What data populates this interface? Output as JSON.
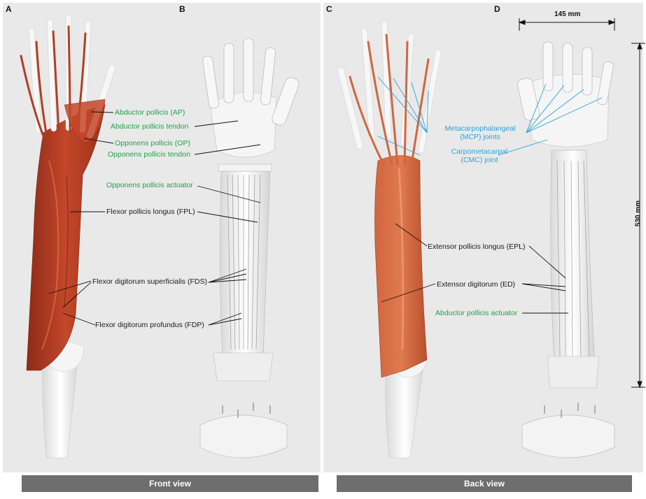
{
  "panels": {
    "a": "A",
    "b": "B",
    "c": "C",
    "d": "D"
  },
  "front_labels": {
    "ap": "Abductor pollicis (AP)",
    "ap_tendon": "Abductor pollicis tendon",
    "op": "Opponens pollicis (OP)",
    "op_tendon": "Opponens pollicis tendon",
    "op_actuator": "Opponens pollicis actuator",
    "fpl": "Flexor pollicis longus (FPL)",
    "fds": "Flexor digitorum superficialis (FDS)",
    "fdp": "Flexor digitorum profundus (FDP)"
  },
  "back_labels": {
    "mcp_line1": "Metacarpophalangeal",
    "mcp_line2": "(MCP) joints",
    "cmc_line1": "Carpometacarpal",
    "cmc_line2": "(CMC) joint",
    "epl": "Extensor pollicis longus (EPL)",
    "ed": "Extensor digitorum (ED)",
    "ap_actuator": "Abductor pollicis actuator"
  },
  "dimensions": {
    "width": "145 mm",
    "height": "530 mm"
  },
  "captions": {
    "front": "Front view",
    "back": "Back view"
  },
  "colors": {
    "muscle": "#c4472a",
    "muscle_dark": "#8e2a17",
    "bone": "#f2f2f2",
    "green_label": "#21a04a",
    "blue_label": "#2aa3d8",
    "caption_bar": "#6e6e6e",
    "background": "#e9e9e9"
  }
}
